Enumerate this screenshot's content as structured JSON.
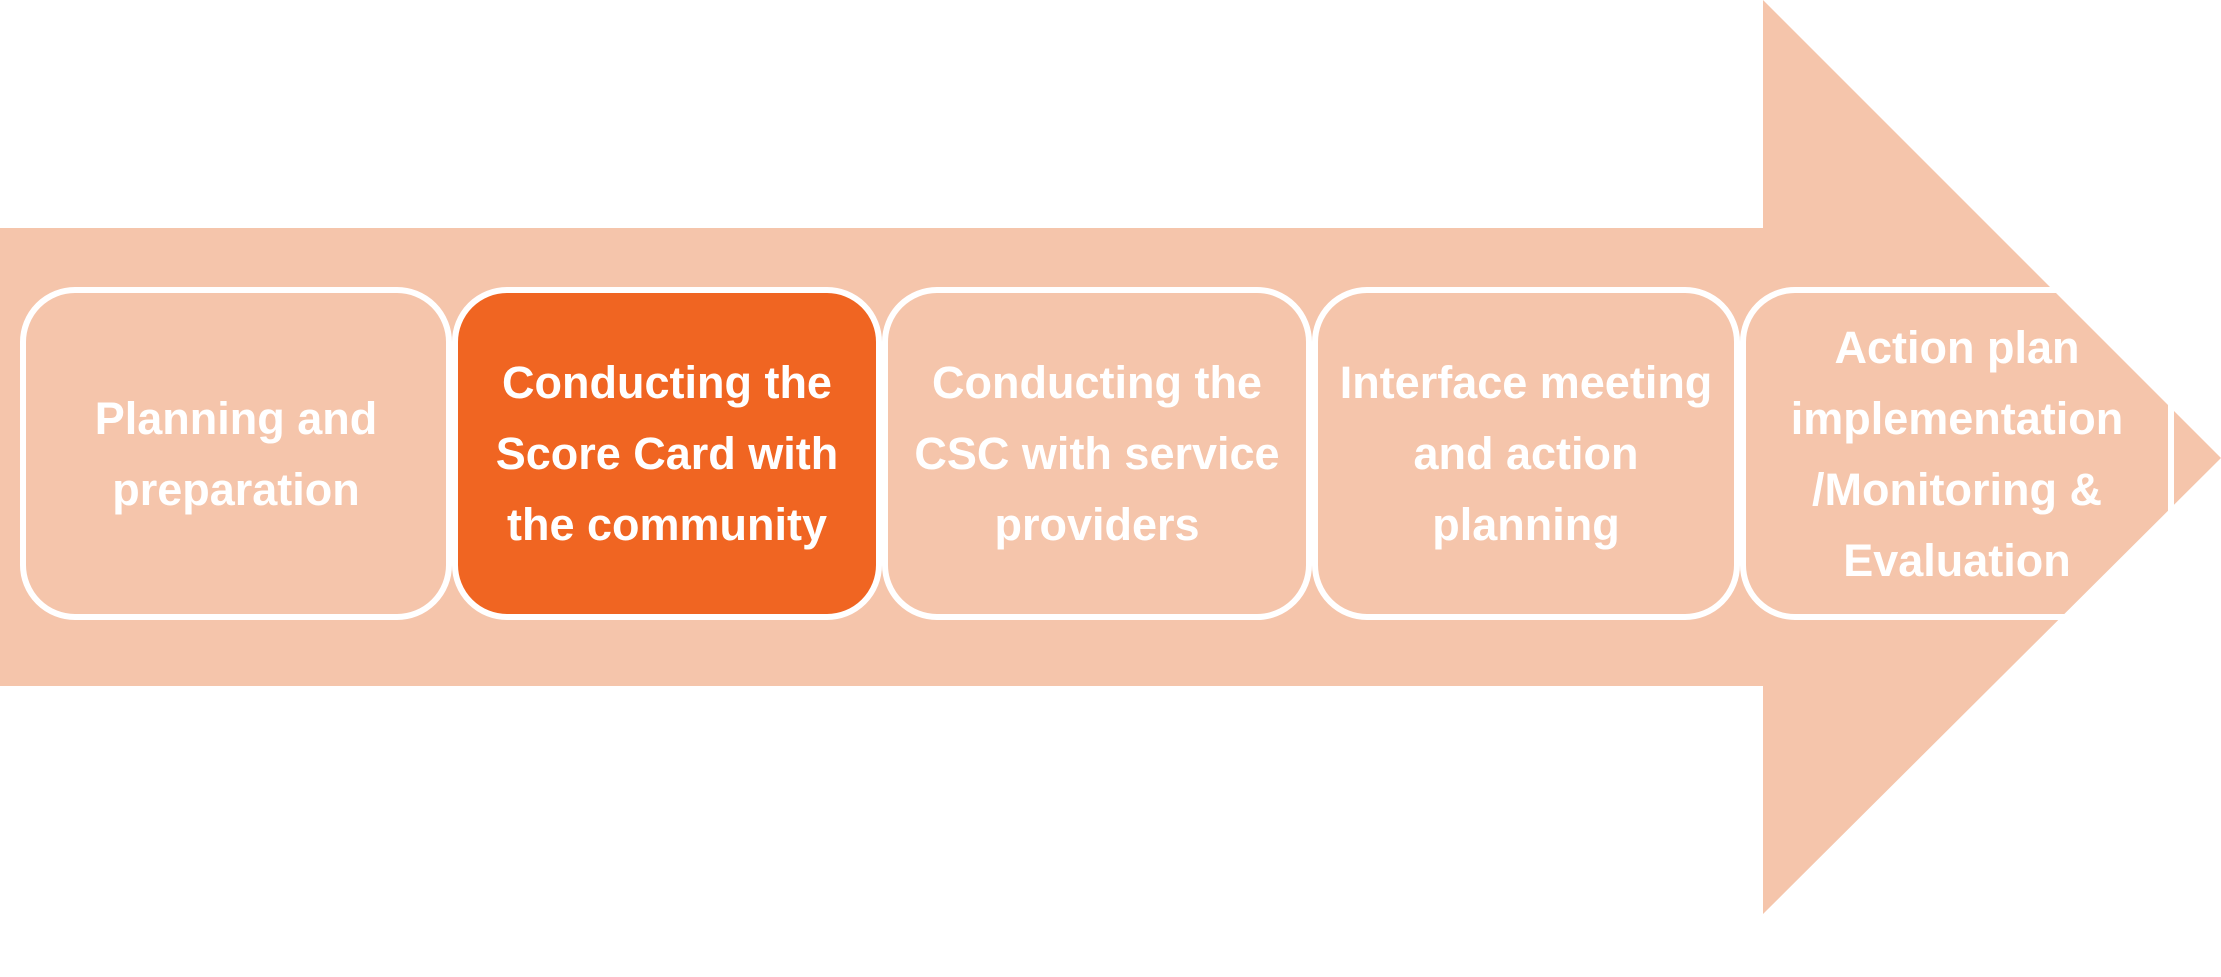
{
  "colors": {
    "arrow_fill": "#f5c5ab",
    "active_step_fill": "#f06522",
    "step_border": "#ffffff",
    "text": "#ffffff"
  },
  "steps": [
    {
      "label": "Planning and preparation",
      "active": false
    },
    {
      "label": "Conducting the Score Card with the community",
      "active": true
    },
    {
      "label": "Conducting the CSC with service providers",
      "active": false
    },
    {
      "label": "Interface meeting and action planning",
      "active": false
    },
    {
      "label": "Action plan implementation /Monitoring & Evaluation",
      "active": false
    }
  ]
}
